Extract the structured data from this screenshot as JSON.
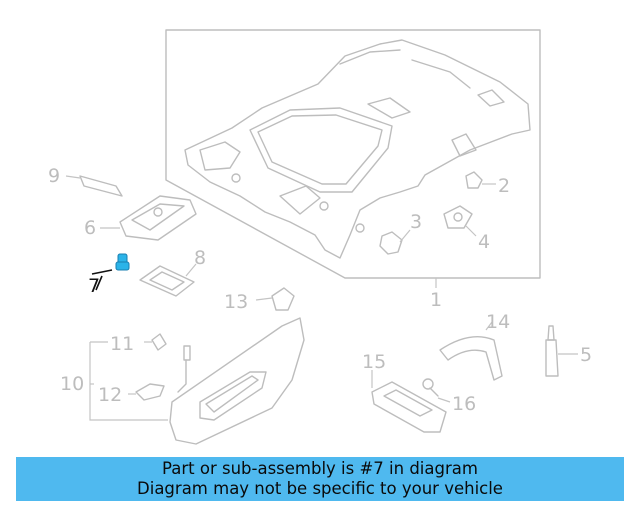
{
  "callouts": {
    "n1": "1",
    "n2": "2",
    "n3": "3",
    "n4": "4",
    "n5": "5",
    "n6": "6",
    "n7": "7",
    "n8": "8",
    "n9": "9",
    "n10": "10",
    "n11": "11",
    "n12": "12",
    "n13": "13",
    "n14": "14",
    "n15": "15",
    "n16": "16"
  },
  "highlighted_part": "7",
  "colors": {
    "highlight_part": "#2bb3e8",
    "banner_background": "#4fb9ef",
    "line_gray": "#bdbdbd",
    "active_text": "#111111"
  },
  "banner": {
    "line1": "Part or sub-assembly is #7 in diagram",
    "line2": "Diagram may not be specific to your vehicle"
  }
}
